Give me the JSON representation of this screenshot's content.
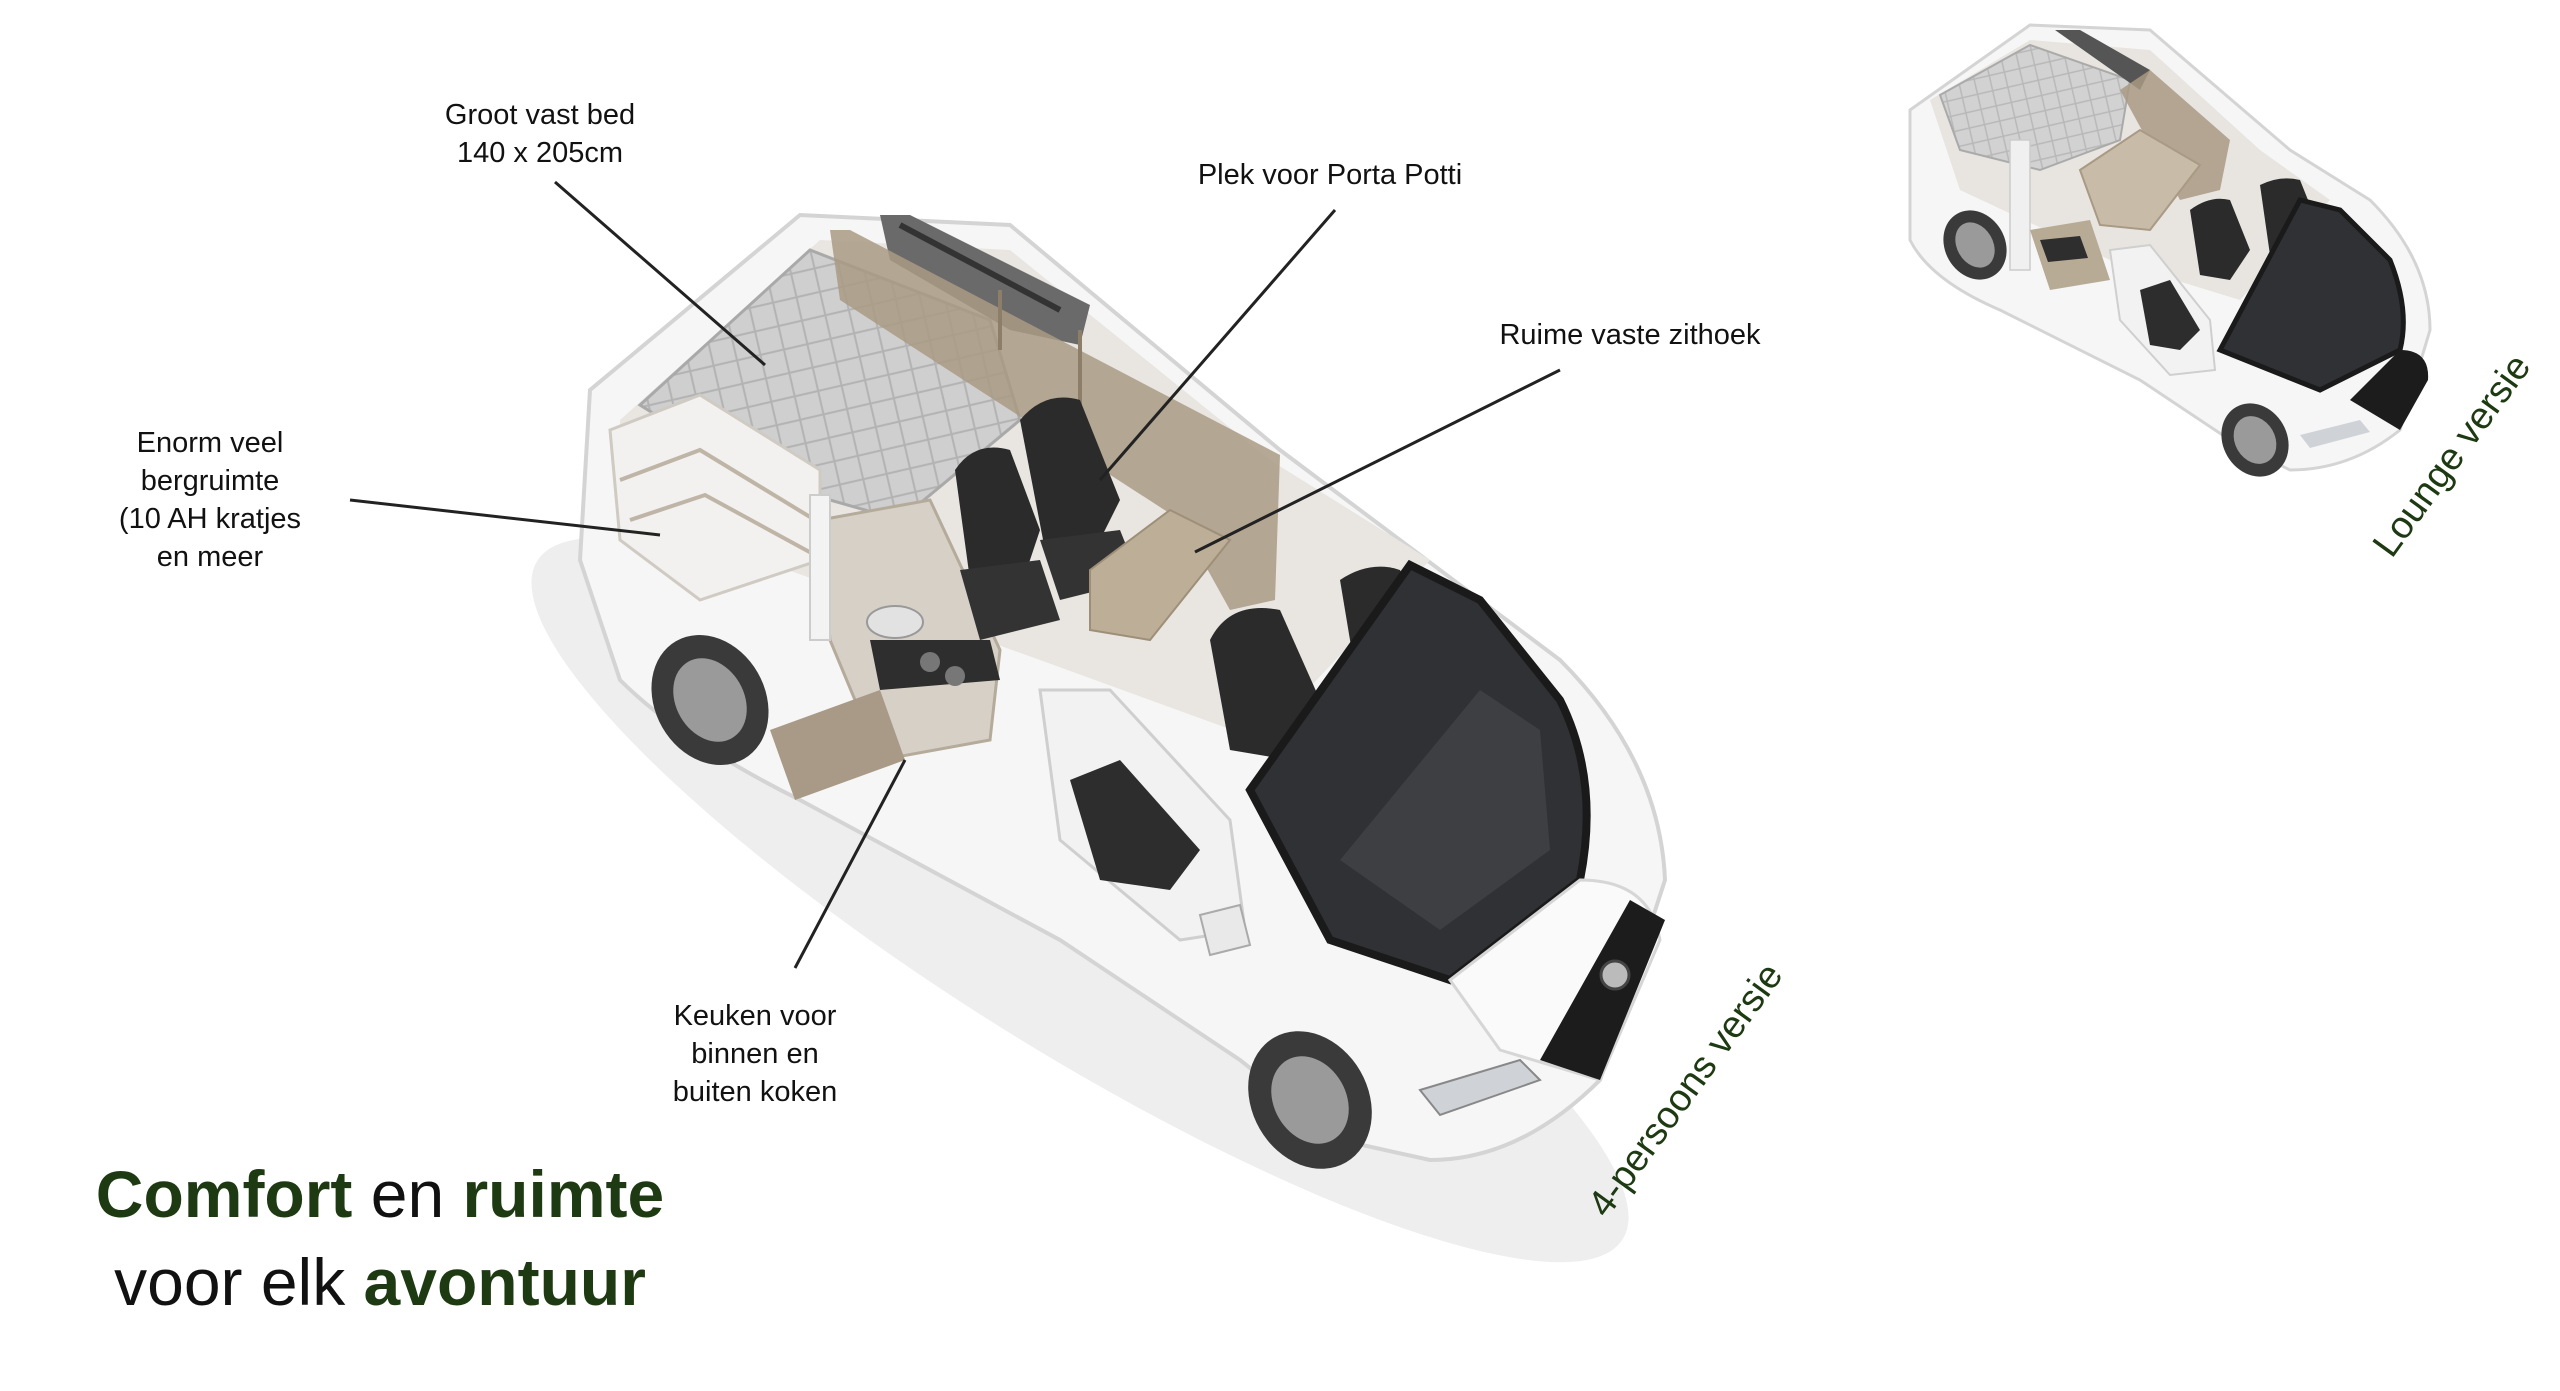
{
  "callouts": {
    "bed": [
      "Groot vast bed",
      "140 x 205cm"
    ],
    "storage": [
      "Enorm veel",
      "bergruimte",
      "(10 AH kratjes",
      "en meer"
    ],
    "porta_potti": "Plek voor Porta Potti",
    "seating": "Ruime vaste zithoek",
    "kitchen": [
      "Keuken voor",
      "binnen en",
      "buiten koken"
    ]
  },
  "versions": {
    "main": "4-persoons versie",
    "small": "Lounge versie"
  },
  "headline": {
    "w1": "Comfort",
    "w2": " en ",
    "w3": "ruimte",
    "w4": "voor elk ",
    "w5": "avontuur"
  },
  "colors": {
    "accent_green": "#1e3a12",
    "text": "#111111",
    "van_body": "#f4f4f4",
    "wood": "#9b8b74",
    "seat": "#2b2b2b",
    "mattress": "#c9c9c9"
  }
}
